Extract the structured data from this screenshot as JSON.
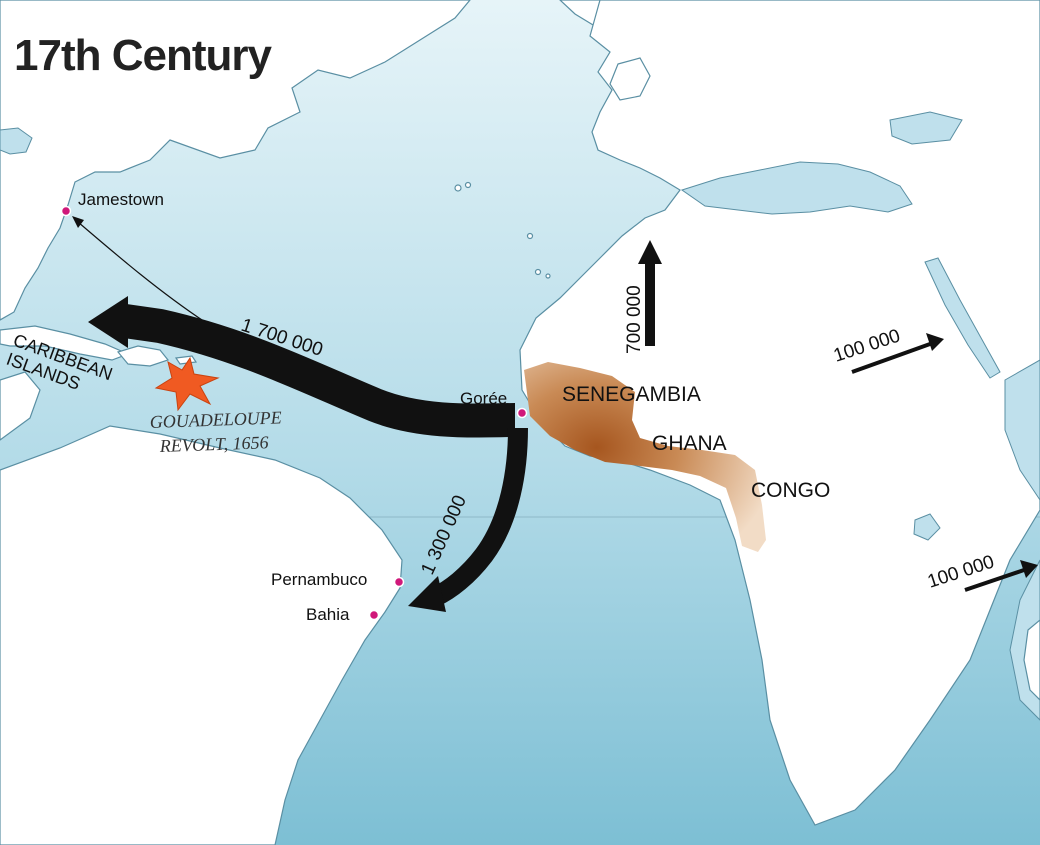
{
  "map": {
    "title": "17th Century",
    "colors": {
      "ocean_top": "#e4f3f8",
      "ocean_bottom": "#7cc0d6",
      "land": "#ffffff",
      "coast": "#5a8fa3",
      "source_region": "#b8733a",
      "port_marker": "#d0187a",
      "revolt_marker": "#f05a22",
      "flow_arrow": "#111111"
    },
    "places": {
      "jamestown": "Jamestown",
      "goree": "Gorée",
      "pernambuco": "Pernambuco",
      "bahia": "Bahia"
    },
    "regions": {
      "caribbean_line1": "CARIBBEAN",
      "caribbean_line2": "ISLANDS",
      "senegambia": "SENEGAMBIA",
      "ghana": "GHANA",
      "congo": "CONGO"
    },
    "revolt": {
      "line1": "GOUADELOUPE",
      "line2": "REVOLT, 1656",
      "icon": "star-burst-icon"
    },
    "flows": {
      "to_caribbean": "1 700 000",
      "to_brazil": "1 300 000",
      "trans_saharan": "700 000",
      "red_sea": "100 000",
      "indian_ocean": "100 000"
    }
  }
}
